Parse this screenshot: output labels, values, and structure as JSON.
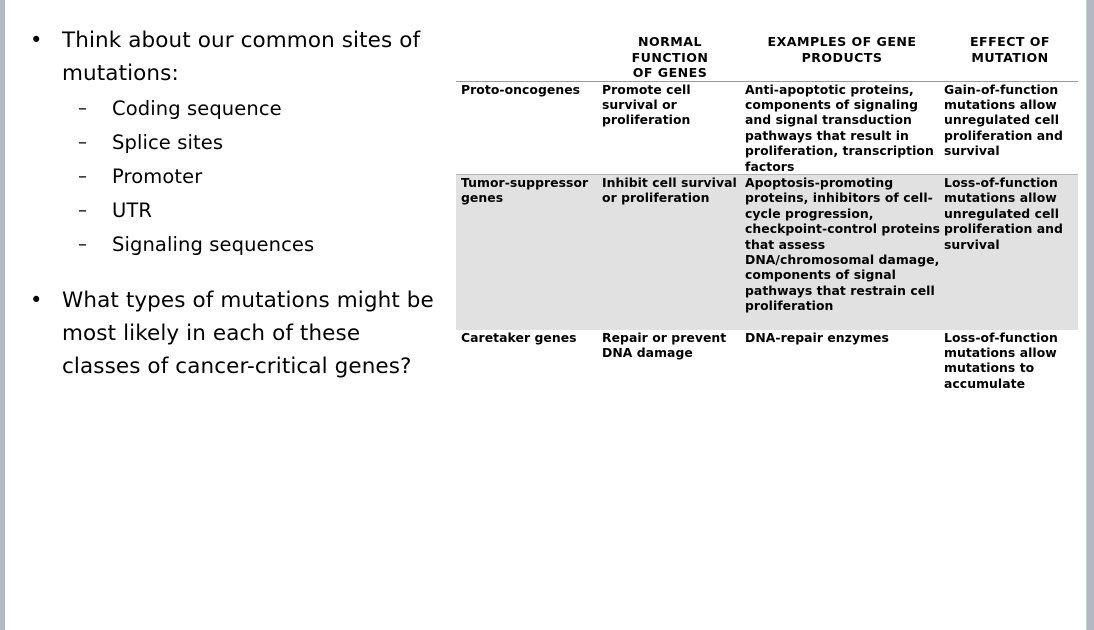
{
  "slide": {
    "bullets": [
      {
        "level": 1,
        "marker": "•",
        "text": "Think about our common sites of mutations:"
      },
      {
        "level": 2,
        "marker": "–",
        "text": "Coding sequence"
      },
      {
        "level": 2,
        "marker": "–",
        "text": "Splice sites"
      },
      {
        "level": 2,
        "marker": "–",
        "text": "Promoter"
      },
      {
        "level": 2,
        "marker": "–",
        "text": "UTR"
      },
      {
        "level": 2,
        "marker": "–",
        "text": "Signaling sequences"
      },
      {
        "level": 1,
        "marker": "•",
        "text": "What types of mutations might be most likely in each of these classes of cancer-critical genes?"
      }
    ]
  },
  "table": {
    "headers": [
      "",
      "NORMAL\nFUNCTION\nOF GENES",
      "EXAMPLES OF GENE\nPRODUCTS",
      "EFFECT OF\nMUTATION"
    ],
    "rows": [
      {
        "gene_class": "Proto-oncogenes",
        "normal_function": "Promote cell survival or proliferation",
        "gene_products": "Anti-apoptotic proteins, components of signaling and signal transduction pathways that result in proliferation, transcription factors",
        "effect_of_mutation": "Gain-of-function mutations allow unregulated cell proliferation and survival",
        "shaded": false
      },
      {
        "gene_class": "Tumor-suppressor genes",
        "normal_function": "Inhibit cell survival or proliferation",
        "gene_products": "Apoptosis-promoting proteins, inhibitors of cell-cycle progression, checkpoint-control proteins that assess DNA/chromosomal damage, components of signal pathways that restrain cell proliferation",
        "effect_of_mutation": "Loss-of-function mutations allow unregulated cell proliferation and survival",
        "shaded": true
      },
      {
        "gene_class": "Caretaker genes",
        "normal_function": "Repair or prevent DNA damage",
        "gene_products": "DNA-repair enzymes",
        "effect_of_mutation": "Loss-of-function mutations allow mutations to accumulate",
        "shaded": false
      }
    ]
  },
  "colors": {
    "page_background": "#ffffff",
    "text": "#000000",
    "shaded_row": "#e1e1e1",
    "rule": "#b5b5b5",
    "header_rule": "#9a9a9a",
    "edge_strip": "#b3b8c2"
  }
}
